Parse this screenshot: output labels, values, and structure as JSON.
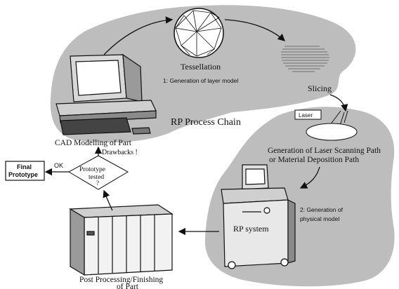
{
  "diagram": {
    "center_title": "RP Process Chain",
    "steps": {
      "tessellation": "Tessellation",
      "slicing": "Slicing",
      "cad": "CAD Modelling of Part",
      "laser_tag": "Laser",
      "path_line1": "Generation of Laser Scanning Path",
      "path_line2": "or Material Deposition Path",
      "rp_system": "RP system",
      "post_line1": "Post Processing/Finishing",
      "post_line2": "of Part"
    },
    "phases": {
      "phase1": "1: Generation of layer model",
      "phase2_line1": "2: Generation of",
      "phase2_line2": "physical model"
    },
    "decision": {
      "line1": "Prototype",
      "line2": "tested",
      "line3": "?",
      "drawbacks": "Drawbacks !",
      "ok": "OK"
    },
    "final_box": {
      "line1": "Final",
      "line2": "Prototype"
    },
    "colors": {
      "blob_fill": "#bdbdbd",
      "ink": "#111111",
      "paper": "#ffffff"
    }
  }
}
